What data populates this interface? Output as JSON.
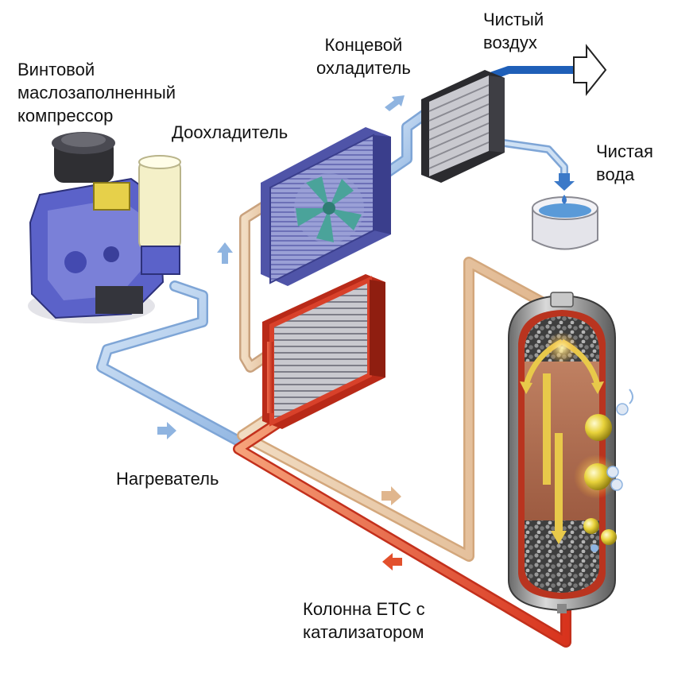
{
  "labels": {
    "compressor": [
      "Винтовой",
      "маслозаполненный",
      "компрессор"
    ],
    "aftercooler_pre": "Доохладитель",
    "final_cooler": [
      "Концевой",
      "охладитель"
    ],
    "clean_air": [
      "Чистый",
      "воздух"
    ],
    "clean_water": [
      "Чистая",
      "вода"
    ],
    "heater": "Нагреватель",
    "etc_column": [
      "Колонна ЕТС с",
      "катализатором"
    ]
  },
  "colors": {
    "air_cold": "#a9c8ea",
    "air_warm": "#e8c9a6",
    "hot_line": "#e2502c",
    "clean_air_line": "#1f5fb8",
    "compressor_body": "#5b62c9",
    "heater_body": "#d8412a",
    "cooler_body": "#8f93d8",
    "arrow": "#8fb4e0"
  }
}
